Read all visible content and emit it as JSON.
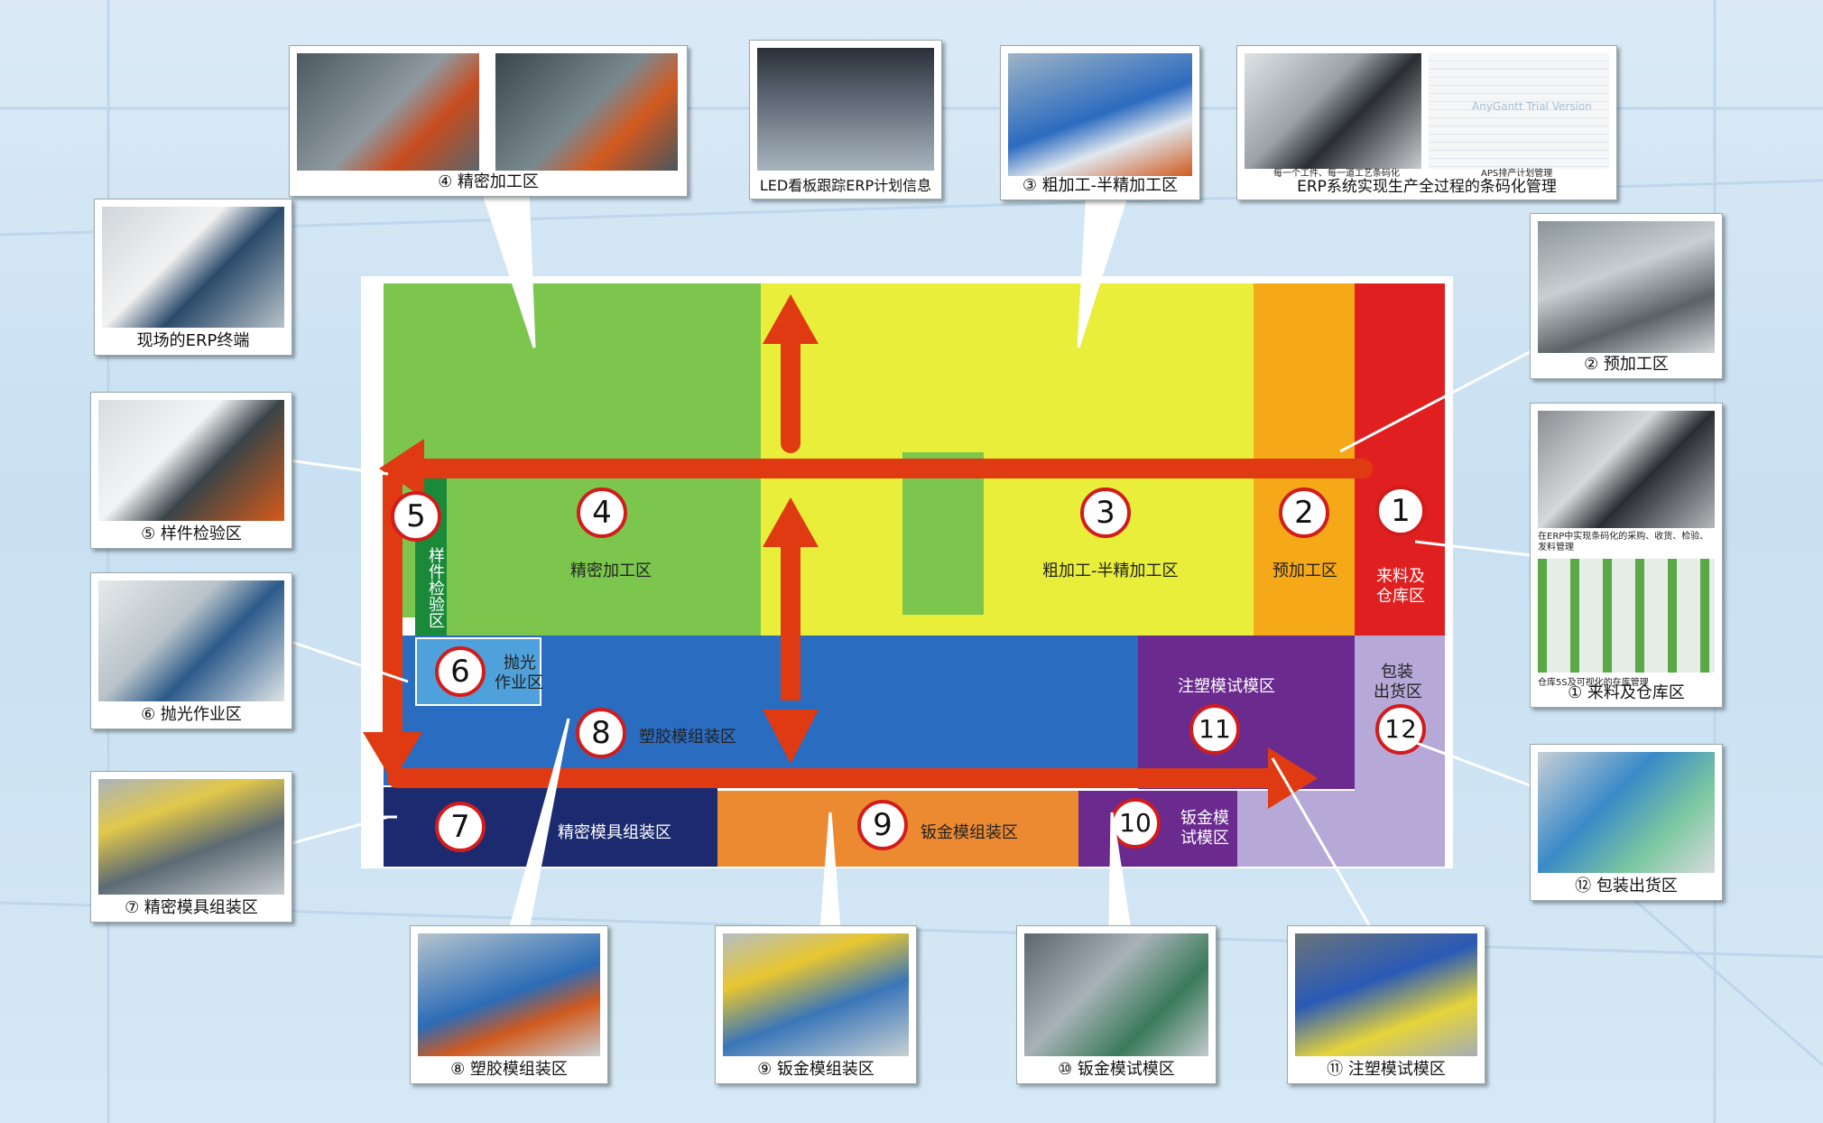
{
  "zones": {
    "z1": {
      "num": "1",
      "label_l1": "来料及",
      "label_l2": "仓库区"
    },
    "z2": {
      "num": "2",
      "label": "预加工区"
    },
    "z3": {
      "num": "3",
      "label": "粗加工-半精加工区"
    },
    "z4": {
      "num": "4",
      "label": "精密加工区"
    },
    "z5": {
      "num": "5",
      "label": "样件检验区"
    },
    "z6": {
      "num": "6",
      "label_l1": "抛光",
      "label_l2": "作业区"
    },
    "z7": {
      "num": "7",
      "label": "精密模具组装区"
    },
    "z8": {
      "num": "8",
      "label": "塑胶模组装区"
    },
    "z9": {
      "num": "9",
      "label": "钣金模组装区"
    },
    "z10": {
      "num": "10",
      "label_l1": "钣金模",
      "label_l2": "试模区"
    },
    "z11": {
      "num": "11",
      "label": "注塑模试模区"
    },
    "z12": {
      "num": "12",
      "label_l1": "包装",
      "label_l2": "出货区"
    }
  },
  "photos": {
    "precision": {
      "caption": "④ 精密加工区"
    },
    "led": {
      "caption": "LED看板跟踪ERP计划信息"
    },
    "rough": {
      "caption": "③ 粗加工-半精加工区"
    },
    "erp": {
      "caption": "ERP系统实现生产全过程的条码化管理",
      "sub_left": "每一个工件、每一道工艺条码化",
      "sub_right": "APS排产计划管理",
      "watermark": "AnyGantt Trial Version"
    },
    "terminal": {
      "caption": "现场的ERP终端"
    },
    "pre": {
      "caption": "② 预加工区"
    },
    "sample": {
      "caption": "⑤ 样件检验区"
    },
    "material": {
      "caption": "① 来料及仓库区",
      "sub_top": "在ERP中实现条码化的采购、收货、检验、发料管理",
      "sub_bottom": "仓库5S及可视化的在库管理"
    },
    "polish": {
      "caption": "⑥ 抛光作业区"
    },
    "mold7": {
      "caption": "⑦ 精密模具组装区"
    },
    "pack": {
      "caption": "⑫ 包装出货区"
    },
    "plastic": {
      "caption": "⑧ 塑胶模组装区"
    },
    "sheet": {
      "caption": "⑨ 钣金模组装区"
    },
    "sheettest": {
      "caption": "⑩ 钣金模试模区"
    },
    "inject": {
      "caption": "⑪ 注塑模试模区"
    }
  },
  "colors": {
    "red": "#e02020",
    "orange": "#f5a818",
    "yellow": "#e9ee3a",
    "green": "#7cc64e",
    "darkgreen": "#1a8a3a",
    "blue": "#2a6cbf",
    "lightblue": "#4fa1dc",
    "navy": "#1c2a70",
    "orange9": "#ec8a32",
    "purple": "#6a2a8e",
    "lavender": "#b6a9d8",
    "arrow": "#e03a12"
  }
}
